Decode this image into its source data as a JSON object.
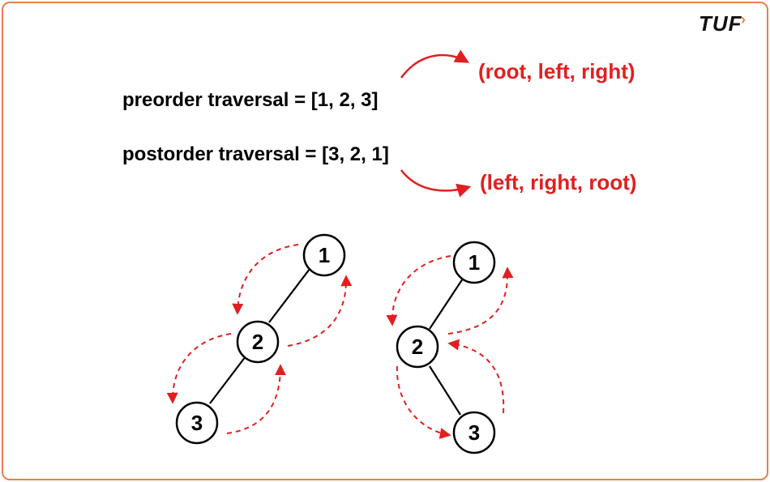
{
  "logo": {
    "text": "TUF",
    "chevron": "›"
  },
  "preorder": {
    "text": "preorder traversal = [1, 2, 3]",
    "note": "(root, left, right)"
  },
  "postorder": {
    "text": "postorder traversal = [3, 2, 1]",
    "note": "(left, right, root)"
  },
  "trees": {
    "preorder_tree": {
      "nodes": [
        "1",
        "2",
        "3"
      ]
    },
    "postorder_tree": {
      "nodes": [
        "1",
        "2",
        "3"
      ]
    }
  },
  "colors": {
    "accent": "#e02020",
    "border": "#e8804a",
    "text": "#000000"
  }
}
